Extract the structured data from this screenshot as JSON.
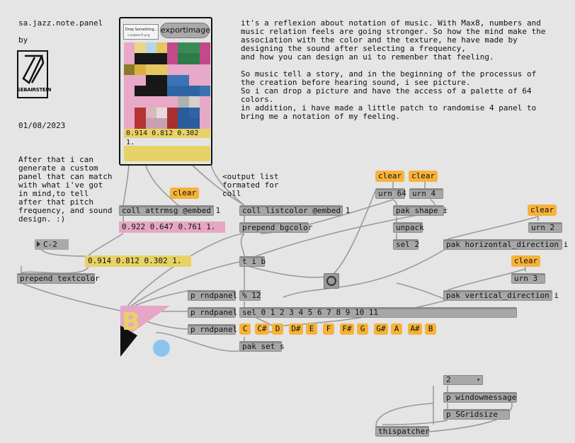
{
  "header": {
    "title": "sa.jazz.note.panel",
    "by": "by",
    "logo_text": "SEBAIRSTEIN",
    "date": "01/08/2023"
  },
  "description": {
    "line1": "it's a reflexion about notation of music. With Max8, numbers and",
    "line2": "music relation feels are going stronger. So how the mind make the",
    "line3": "association with the color and the texture, he have made by",
    "line4": "designing the sound after selecting a frequency,",
    "line5": "and how you can design an ui to remenber that feeling.",
    "line6": "So music tell a story, and in the beginning of the processus of",
    "line7": "the creation before hearing sound, i see picture.",
    "line8": "So i can drop a picture and have the access of a palette of 64",
    "line9": "colors.",
    "line10": "in addition, i have made a little patch to randomise 4 panel to",
    "line11": "bring me a notation of my feeling."
  },
  "side_note": {
    "line1": "After that i can",
    "line2": "generate a custom",
    "line3": "panel that can match",
    "line4": "with what i've got",
    "line5": "in mind,to tell",
    "line6": "after that pitch",
    "line7": "frequency, and sound",
    "line8": "design. :)"
  },
  "output_comment": {
    "line1": "<output list",
    "line2": "formated for",
    "line3": "coll"
  },
  "bpatcher": {
    "drop_label": "Drop Something...",
    "drop_file": "craigbkarl0.png",
    "export_label": "exportimage",
    "rgba_value": "0.914 0.812 0.302 1.",
    "colors": {
      "yellow": "#e8d265",
      "pink": "#e6a6c8",
      "black": "#151515",
      "green": "#3c8a58",
      "blue": "#3a74b4",
      "red": "#b53a3a",
      "magenta": "#c24888",
      "olive": "#8a7a2a"
    }
  },
  "objects": {
    "coll_attr": "coll attrmsg @embed 1",
    "coll_list": "coll listcolor @embed 1",
    "prepend_bg": "prepend bgcolor",
    "prepend_text": "prepend textcolor",
    "tib": "t i b",
    "mod12": "% 12",
    "sel": "sel 0 1 2 3 4 5 6 7 8 9 10 11",
    "pak_set": "pak set s",
    "rnd1": "p rndpanel",
    "rnd2": "p rndpanel",
    "rnd3": "p rndpanel",
    "urn64": "urn 64",
    "urn4": "urn 4",
    "urn2": "urn 2",
    "urn3": "urn 3",
    "pak_shape": "pak shape i",
    "unpack": "unpack",
    "sel2": "sel 2",
    "pak_h": "pak horizontal_direction i",
    "pak_v": "pak vertical_direction i",
    "windowmessage": "p windowmessage",
    "sgrid": "p SGridsize",
    "thispatcher": "thispatcher"
  },
  "messages": {
    "clear1": "clear",
    "clear2": "clear",
    "clear3": "clear",
    "clear4": "clear",
    "clear5": "clear",
    "pink_rgba": "0.922 0.647 0.761 1.",
    "yellow_rgba": "0.914 0.812 0.302 1.",
    "notes": [
      "C",
      "C#",
      "D",
      "D#",
      "E",
      "F",
      "F#",
      "G",
      "G#",
      "A",
      "A#",
      "B"
    ]
  },
  "number_box": {
    "value": "C-2"
  },
  "menu": {
    "value": "2"
  },
  "panel": {
    "letter": "B"
  }
}
